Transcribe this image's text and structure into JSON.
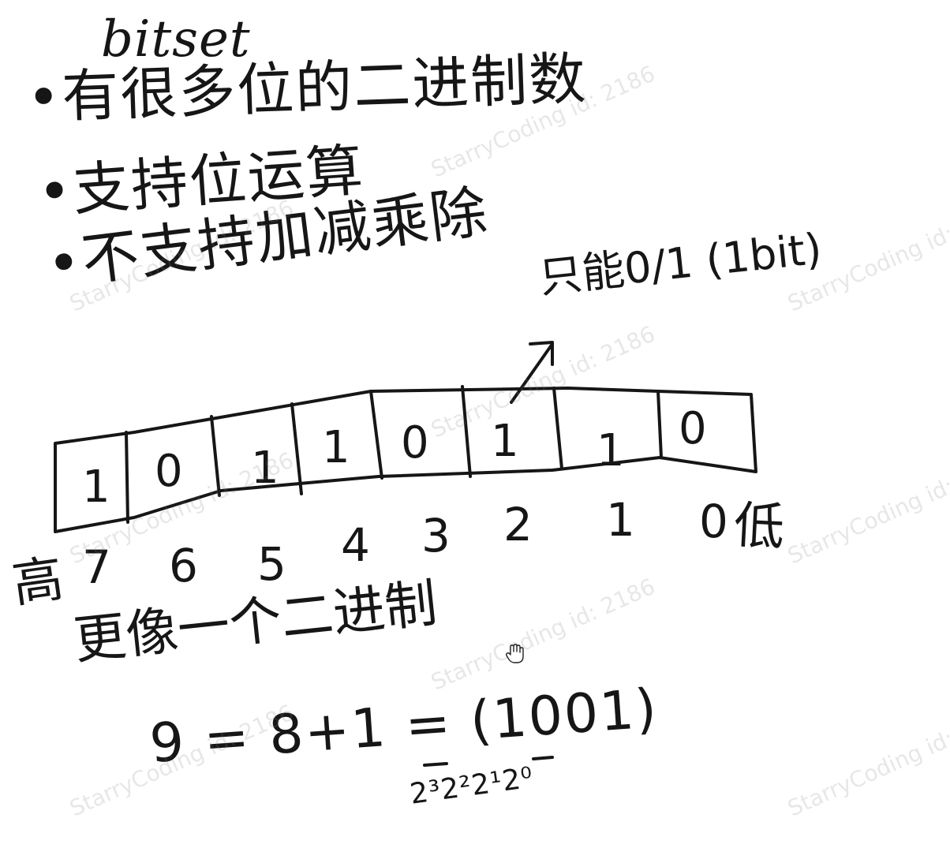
{
  "title": "bitset",
  "bullets": [
    "•有很多位的二进制数",
    "•支持位运算",
    "•不支持加减乘除"
  ],
  "annotation": "只能0/1 (1bit)",
  "bits": [
    "1",
    "0",
    "1",
    "1",
    "0",
    "1",
    "1",
    "0"
  ],
  "indices": [
    "7",
    "6",
    "5",
    "4",
    "3",
    "2",
    "1",
    "0"
  ],
  "label_high": "高",
  "label_low": "低",
  "caption": "更像一个二进制",
  "equation": "9 = 8+1 = (1001)",
  "powers": "2³2²2¹2⁰",
  "watermark": "StarryCoding id: 2186",
  "icons": [
    "hand-cursor-icon",
    "arrow-icon"
  ],
  "colors": {
    "ink": "#161616",
    "background": "#ffffff",
    "watermark": "#787878"
  }
}
